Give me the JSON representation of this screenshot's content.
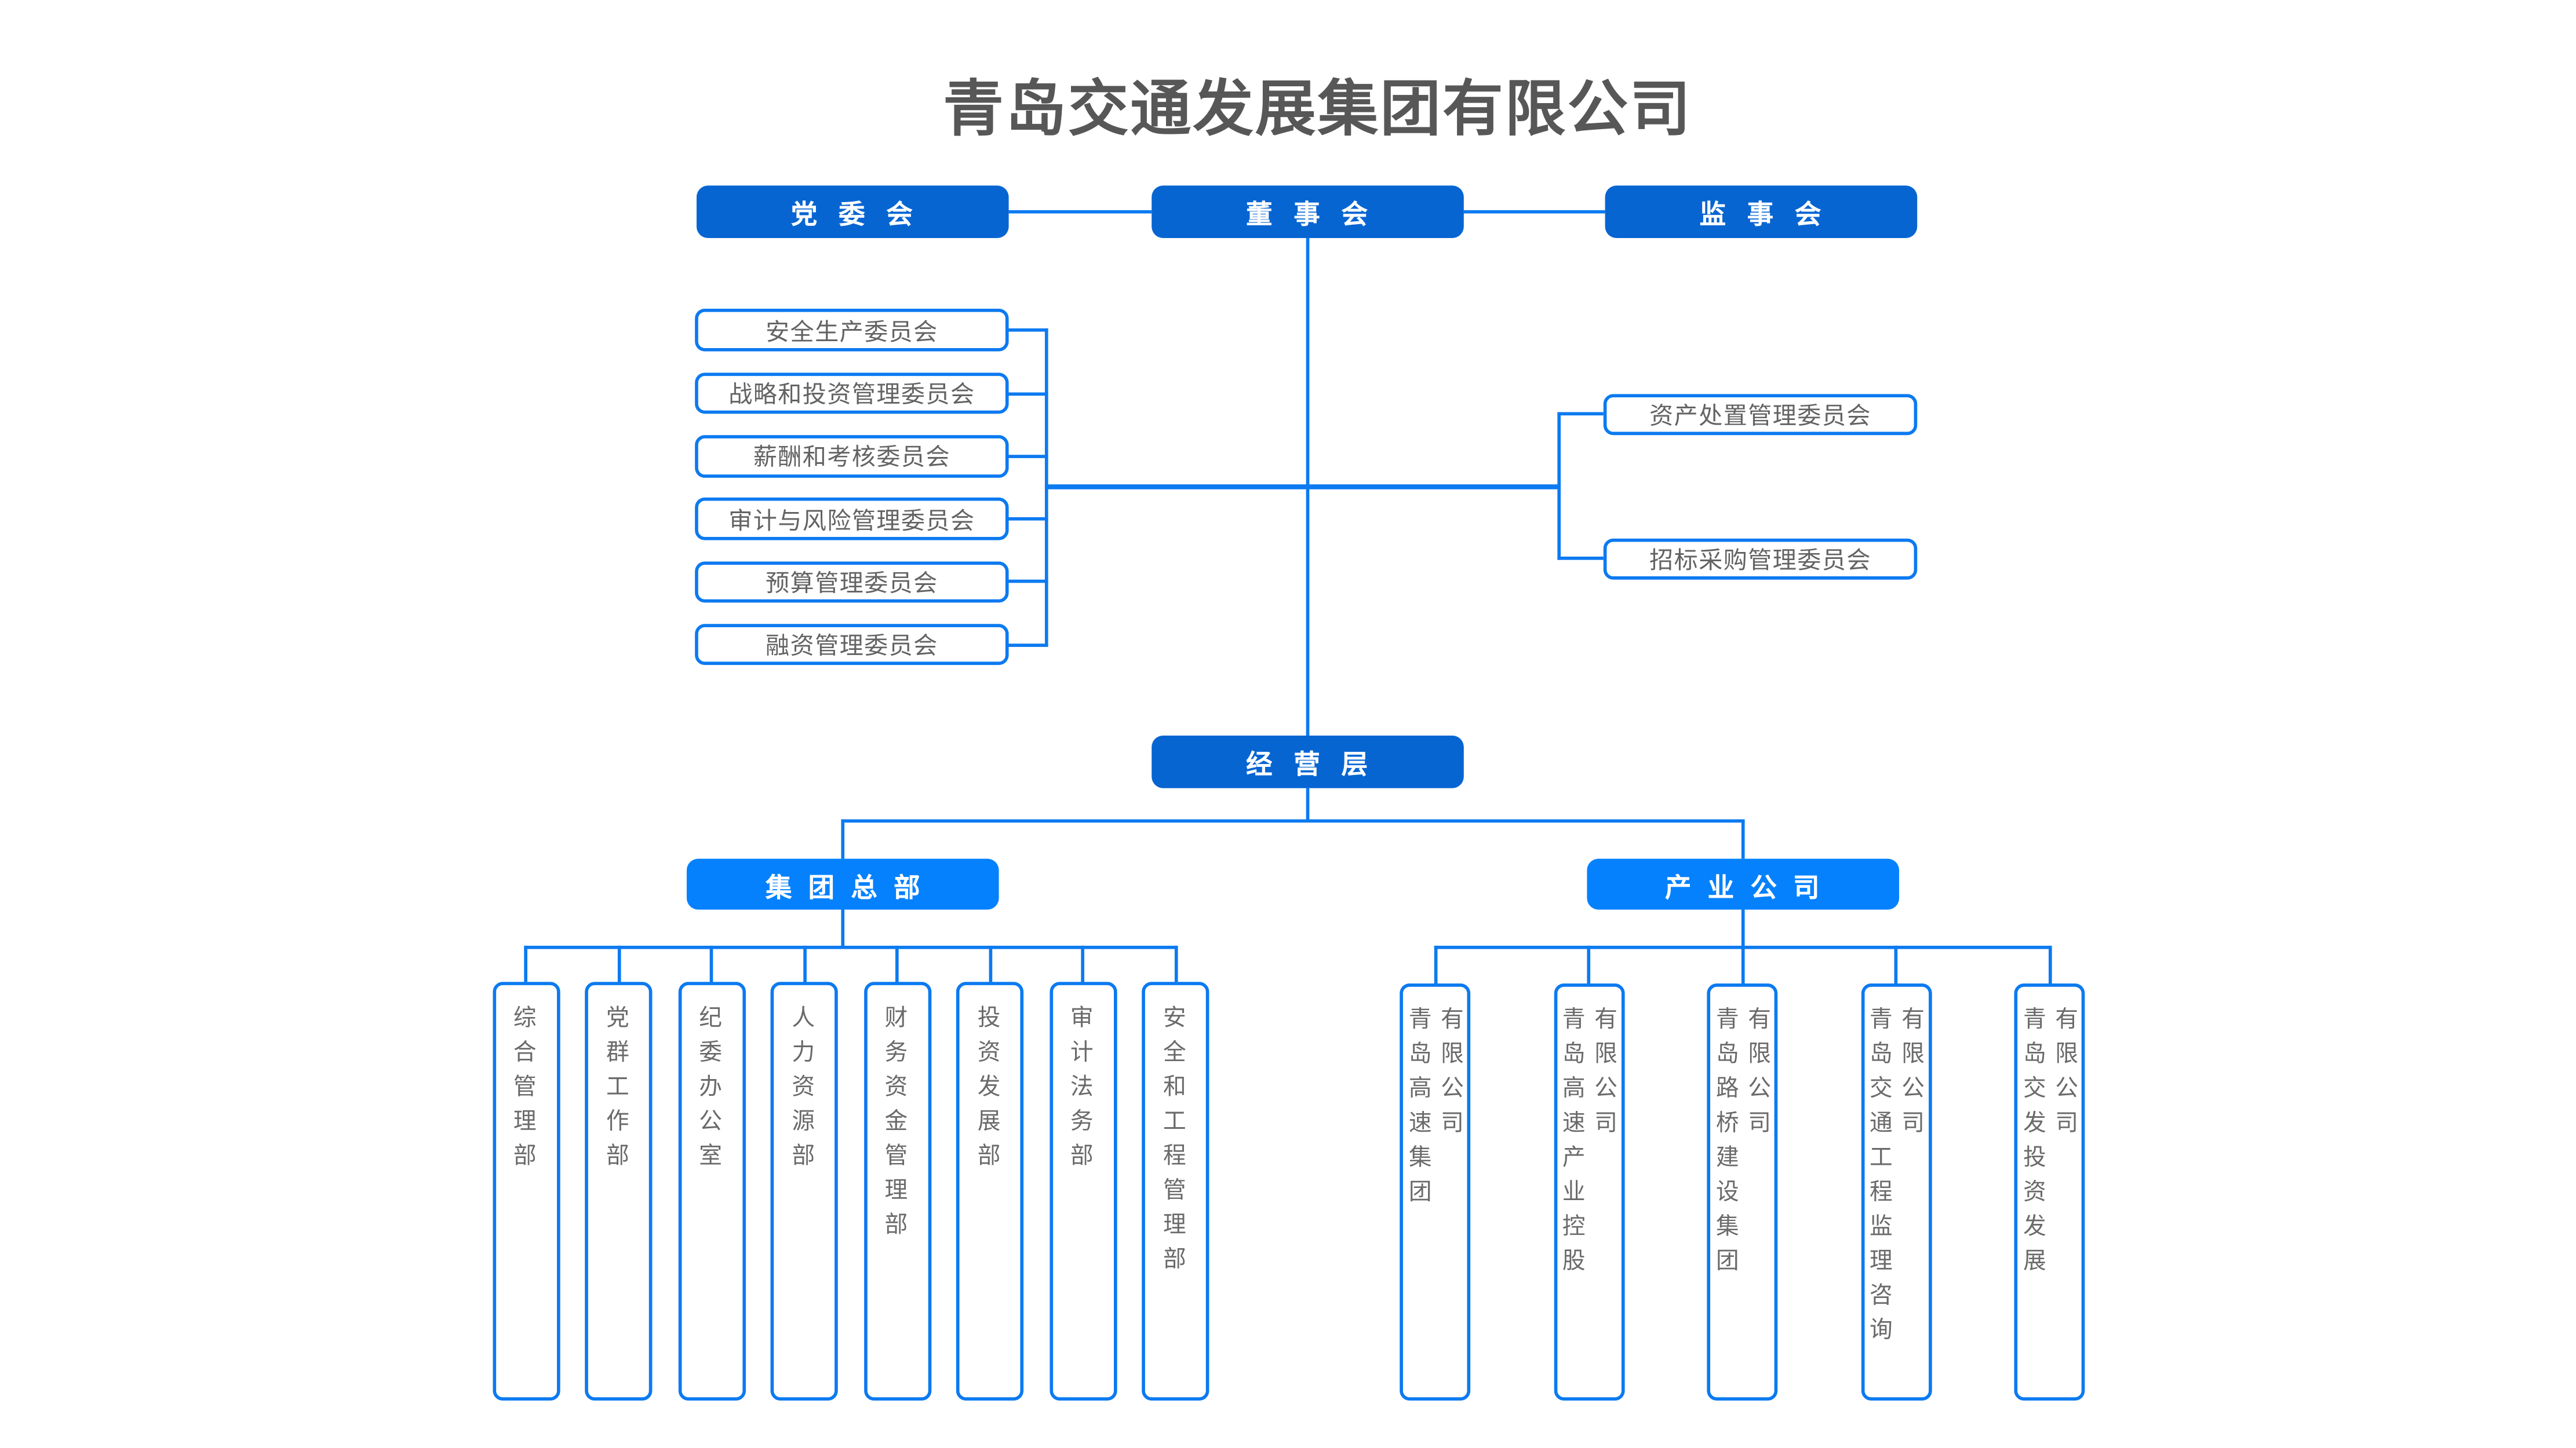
{
  "title": "青岛交通发展集团有限公司",
  "colors": {
    "node_dark_blue": "#0765d2",
    "node_light_blue": "#0581fd",
    "line_blue": "#0c7af0",
    "text_gray": "#666666",
    "title_gray": "#575757"
  },
  "top_level": {
    "party_committee": "党委会",
    "board": "董事会",
    "supervisory_board": "监事会"
  },
  "board_committees_left": [
    "安全生产委员会",
    "战略和投资管理委员会",
    "薪酬和考核委员会",
    "审计与风险管理委员会",
    "预算管理委员会",
    "融资管理委员会"
  ],
  "board_committees_right": [
    "资产处置管理委员会",
    "招标采购管理委员会"
  ],
  "management_layer": "经营层",
  "branches": {
    "headquarters": "集团总部",
    "industry_companies": "产业公司"
  },
  "departments": [
    "综合管理部",
    "党群工作部",
    "纪委办公室",
    "人力资源部",
    "财务资金管理部",
    "投资发展部",
    "审计法务部",
    "安全和工程管理部"
  ],
  "companies": [
    "青岛高速集团\n有限公司",
    "青岛高速产业控股\n有限公司",
    "青岛路桥建设集团\n有限公司",
    "青岛交通工程监理咨询\n有限公司",
    "青岛交发投资发展\n有限公司"
  ]
}
